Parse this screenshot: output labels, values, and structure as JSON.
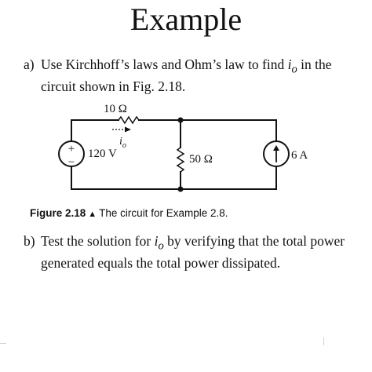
{
  "page": {
    "title": "Example"
  },
  "part_a": {
    "letter": "a)",
    "text_before": "Use Kirchhoff’s laws and Ohm’s law to find ",
    "var_symbol": "i",
    "var_sub": "o",
    "text_after": " in the circuit shown in Fig. 2.18."
  },
  "circuit": {
    "source_voltage_label": "120 V",
    "resistor_series_label": "10 Ω",
    "resistor_shunt_label": "50 Ω",
    "current_source_label": "6 A",
    "current_symbol": "i",
    "current_sub": "o",
    "plus_sign": "+",
    "minus_sign": "−"
  },
  "figure_caption": {
    "label": "Figure 2.18",
    "arrow": "▲",
    "text": "The circuit for Example 2.8."
  },
  "part_b": {
    "letter": "b)",
    "text_before": "Test the solution for ",
    "var_symbol": "i",
    "var_sub": "o",
    "text_after": " by verifying that the total power generated equals the total power dissipated."
  }
}
